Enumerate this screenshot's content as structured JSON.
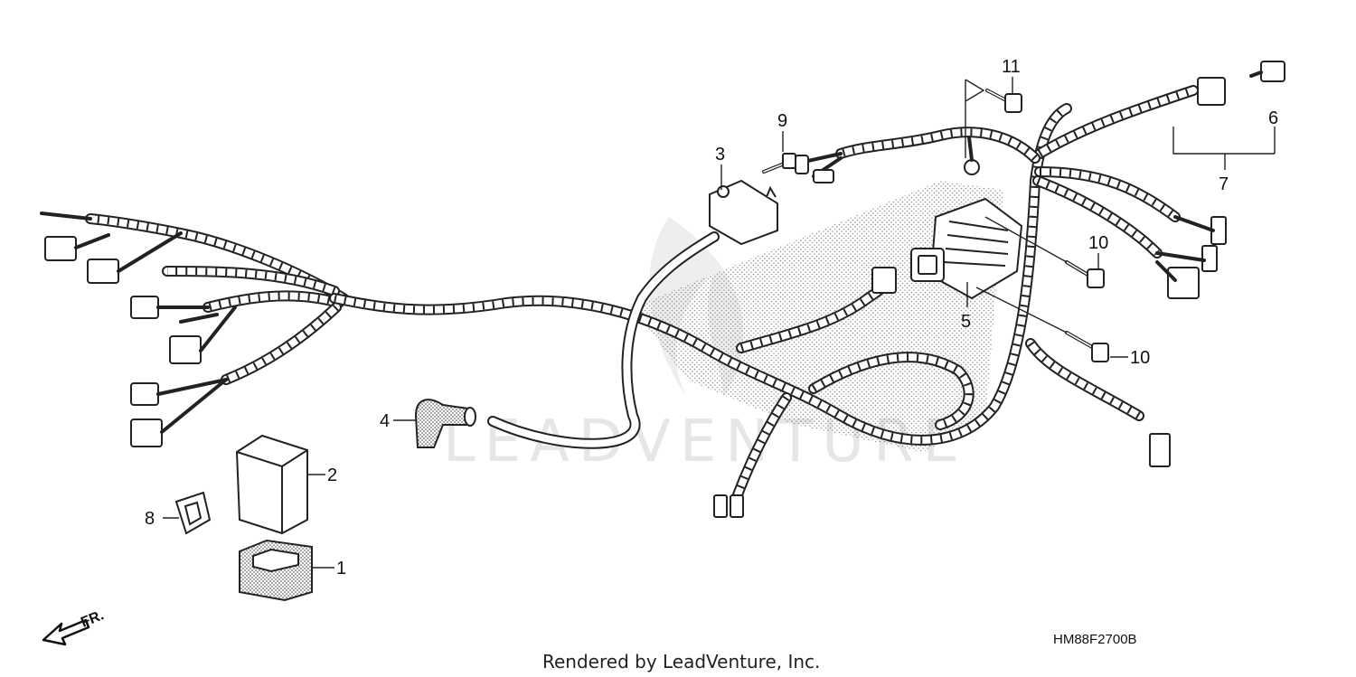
{
  "callouts": {
    "c1": "1",
    "c2": "2",
    "c3": "3",
    "c4": "4",
    "c5": "5",
    "c6": "6",
    "c7": "7",
    "c8": "8",
    "c9": "9",
    "c10a": "10",
    "c10b": "10",
    "c11": "11"
  },
  "watermark": "LEADVENTURE",
  "direction_label": "FR.",
  "diagram_code": "HM88F2700B",
  "credit": "Rendered by LeadVenture, Inc."
}
